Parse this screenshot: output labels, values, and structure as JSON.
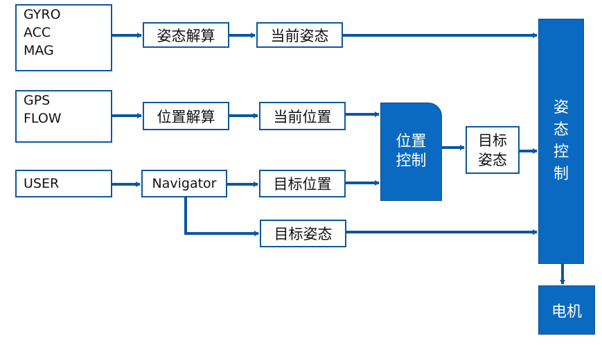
{
  "diagram": {
    "sources": {
      "imu": [
        "GYRO",
        "ACC",
        "MAG"
      ],
      "position_sensors": [
        "GPS",
        "FLOW"
      ],
      "user": "USER"
    },
    "nodes": {
      "attitude_estimation": "姿态解算",
      "current_attitude": "当前姿态",
      "position_estimation": "位置解算",
      "current_position": "当前位置",
      "navigator": "Navigator",
      "target_position": "目标位置",
      "target_attitude_lower": "目标姿态",
      "position_control": [
        "位置",
        "控制"
      ],
      "target_attitude_mid": [
        "目标",
        "姿态"
      ],
      "attitude_control": [
        "姿",
        "态",
        "控",
        "制"
      ],
      "motor": "电机"
    },
    "colors": {
      "accent": "#0a6ac2",
      "line": "#0a57a0"
    }
  }
}
